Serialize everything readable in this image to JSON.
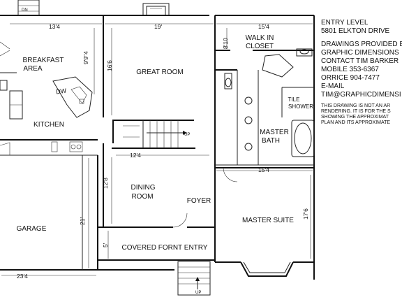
{
  "rooms": {
    "breakfast_1": "BREAKFAST",
    "breakfast_2": "AREA",
    "kitchen": "KITCHEN",
    "great_room": "GREAT ROOM",
    "walk_in_1": "WALK IN",
    "walk_in_2": "CLOSET",
    "tile_1": "TILE",
    "tile_2": "SHOWER",
    "master_bath_1": "MASTER",
    "master_bath_2": "BATH",
    "dining_1": "DINING",
    "dining_2": "ROOM",
    "foyer": "FOYER",
    "master_suite": "MASTER SUITE",
    "garage": "GARAGE",
    "covered_entry": "COVERED FORNT ENTRY",
    "dw": "DW"
  },
  "dimensions": {
    "kitchen_width": "13'4",
    "breakfast_depth": "9'9\"4",
    "great_room_depth": "16'6",
    "great_room_width": "19'",
    "closet_width": "15'4",
    "closet_depth": "8'10",
    "stair_width": "12'4",
    "suite_width": "15'4",
    "suite_depth": "17'6",
    "dining_depth": "12'8",
    "garage_depth": "21'",
    "garage_width": "23'4",
    "entry_depth": "5'"
  },
  "labels": {
    "dn": "DN",
    "up_main": "UP",
    "up_front": "UP"
  },
  "info": {
    "line1": "ENTRY LEVEL",
    "line2": "5801 ELKTON DRIVE",
    "line3": "DRAWINGS PROVIDED B",
    "line4": "GRAPHIC DIMENSIONS",
    "line5": "CONTACT TIM BARKER",
    "line6": "MOBILE 353-6367",
    "line7": "ORRICE 904-7477",
    "line8": "E-MAIL",
    "line9": "TIM@GRAPHICDIMENSI"
  },
  "disclaimer": {
    "line1": "THIS DRAWING IS NOT AN AR",
    "line2": "RENDERING. IT IS FOR THE S",
    "line3": "SHOWING THE APPROXIMAT",
    "line4": "PLAN AND ITS APPROXIMATE"
  }
}
